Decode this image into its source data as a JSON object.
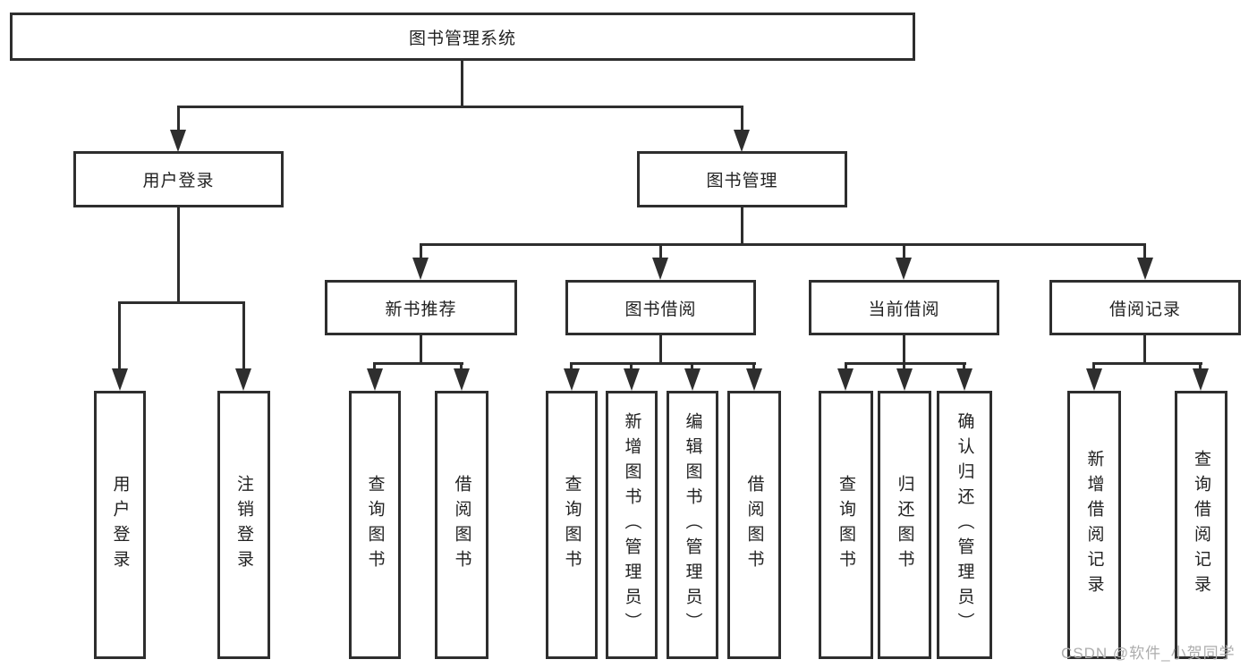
{
  "nodes": {
    "root": "图书管理系统",
    "user_login": "用户登录",
    "book_management": "图书管理",
    "new_book_recommend": "新书推荐",
    "book_borrowing": "图书借阅",
    "current_borrowing": "当前借阅",
    "borrowing_records": "借阅记录",
    "leaf_user_login": "用户登录",
    "leaf_logout": "注销登录",
    "leaf_query_book_recommend": "查询图书",
    "leaf_borrow_book_recommend": "借阅图书",
    "leaf_query_book_borrowing": "查询图书",
    "leaf_add_book_admin": "新增图书（管理员）",
    "leaf_edit_book_admin": "编辑图书（管理员）",
    "leaf_borrow_book_borrowing": "借阅图书",
    "leaf_query_book_current": "查询图书",
    "leaf_return_book": "归还图书",
    "leaf_confirm_return_admin": "确认归还（管理员）",
    "leaf_add_borrow_record": "新增借阅记录",
    "leaf_query_borrow_record": "查询借阅记录"
  },
  "watermark": "CSDN @软件_小贺同学",
  "colors": {
    "line": "#2e2e2e",
    "text": "#222222",
    "watermark": "#adadad",
    "background": "#ffffff"
  }
}
